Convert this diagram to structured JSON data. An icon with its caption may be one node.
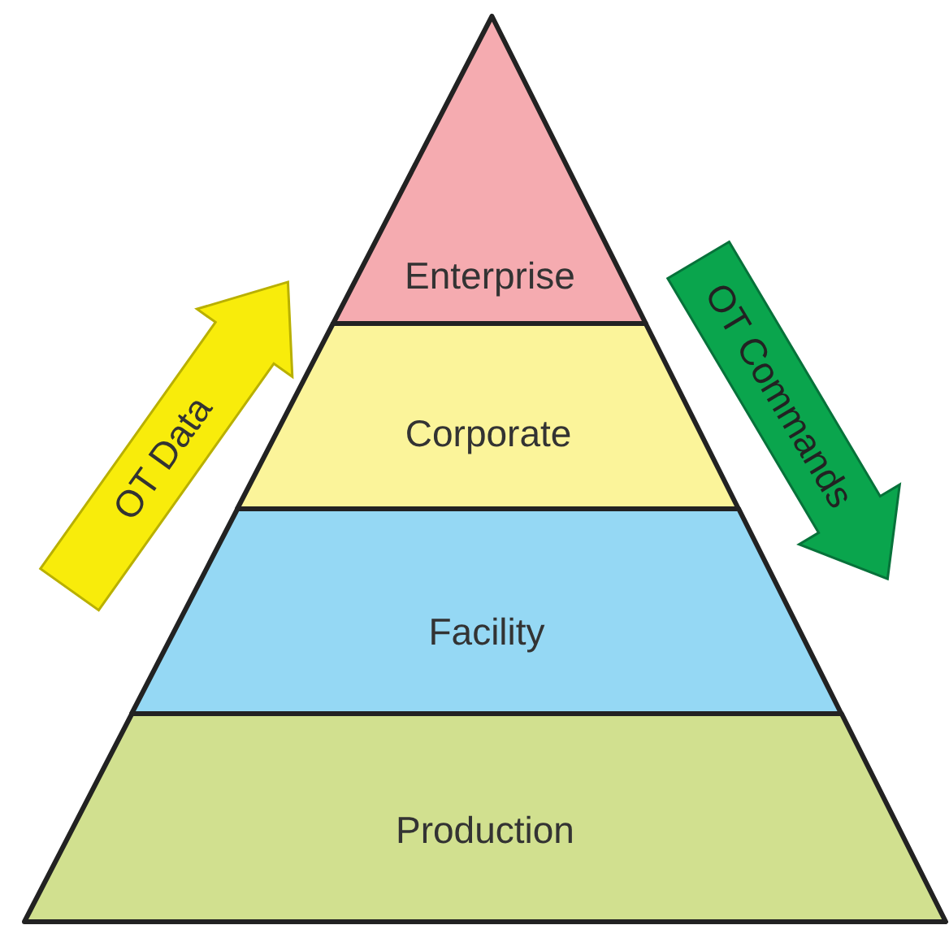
{
  "diagram": {
    "nodes": [
      {
        "text": [
          "Enterprise"
        ]
      },
      {
        "text": [
          "Corporate"
        ]
      },
      {
        "text": [
          "Facility"
        ]
      },
      {
        "text": [
          "Production"
        ]
      }
    ],
    "labels": [
      "OT Data",
      "OT Commands"
    ]
  }
}
